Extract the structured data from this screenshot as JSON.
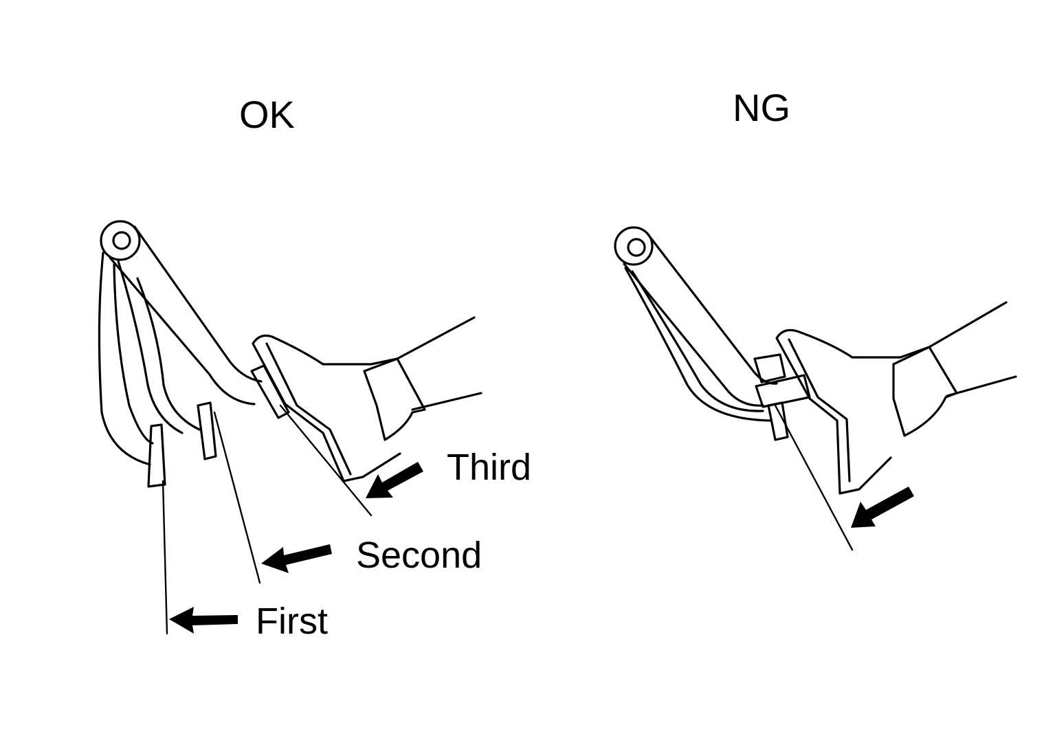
{
  "panels": {
    "ok": {
      "title": "OK",
      "steps": {
        "first": "First",
        "second": "Second",
        "third": "Third"
      }
    },
    "ng": {
      "title": "NG"
    }
  },
  "colors": {
    "ink": "#000000",
    "background": "#ffffff"
  }
}
